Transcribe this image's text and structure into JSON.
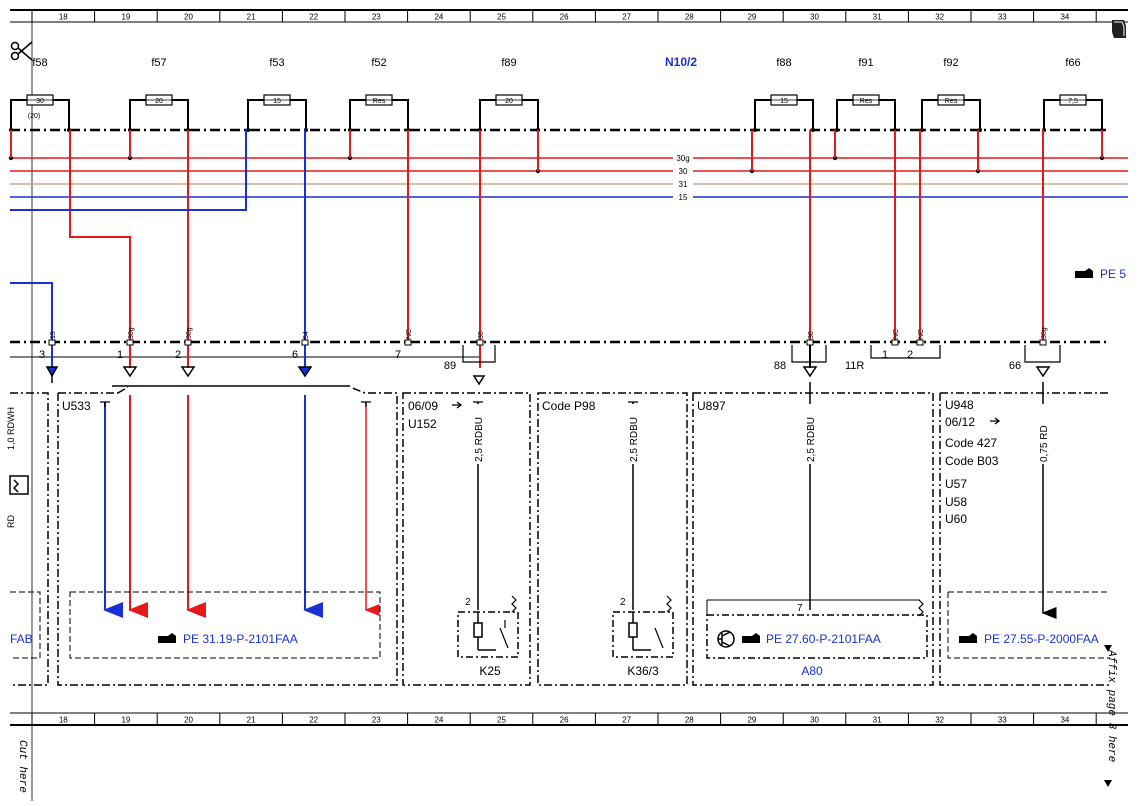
{
  "ruler_numbers": [
    "18",
    "19",
    "20",
    "21",
    "22",
    "23",
    "24",
    "25",
    "26",
    "27",
    "28",
    "29",
    "30",
    "31",
    "32",
    "33",
    "34"
  ],
  "header": {
    "module_label": "N10/2",
    "fuses": [
      {
        "name": "f58",
        "rating": "30",
        "note": "(20)"
      },
      {
        "name": "f57",
        "rating": "20"
      },
      {
        "name": "f53",
        "rating": "15"
      },
      {
        "name": "f52",
        "rating": "Res"
      },
      {
        "name": "f89",
        "rating": "20"
      },
      {
        "name": "f88",
        "rating": "15"
      },
      {
        "name": "f91",
        "rating": "Res"
      },
      {
        "name": "f92",
        "rating": "Res"
      },
      {
        "name": "f66",
        "rating": "7,5"
      }
    ]
  },
  "bus_lines": [
    {
      "label": "30g",
      "color": "#e8171c"
    },
    {
      "label": "30",
      "color": "#e8171c"
    },
    {
      "label": "31",
      "color": "#c9a98a"
    },
    {
      "label": "15",
      "color": "#1a2fd6"
    }
  ],
  "colors": {
    "red": "#e8171c",
    "blue": "#1a2fd6",
    "brown": "#c9a98a",
    "link": "#1a2fd6"
  },
  "connector_pins": [
    {
      "label": "15",
      "number": "3"
    },
    {
      "label": "30g",
      "number": "1"
    },
    {
      "label": "30g",
      "number": "2"
    },
    {
      "label": "54",
      "number": "6"
    },
    {
      "label": "NC",
      "number": "7"
    },
    {
      "label": "30",
      "number": "89"
    },
    {
      "label": "30",
      "number": "88"
    },
    {
      "label": "NC",
      "number": "1"
    },
    {
      "label": "NC",
      "number": "2"
    },
    {
      "label": "30g",
      "number": "66"
    }
  ],
  "connector_group_11r": "11R",
  "sections": {
    "u533": "U533",
    "k25_box": {
      "line1": "06/09",
      "line2": "U152",
      "wire": "2,5 RDBU",
      "pin": "2",
      "component": "K25"
    },
    "k36_box": {
      "line1": "Code P98",
      "wire": "2,5 RDBU",
      "pin": "2",
      "component": "K36/3"
    },
    "a80_box": {
      "line1": "U897",
      "wire": "2,5 RDBU",
      "pin": "7",
      "ref": "PE 27.60-P-2101FAA",
      "component": "A80"
    },
    "u948_box": {
      "lines": [
        "U948",
        "06/12",
        "Code 427",
        "Code B03",
        "U57",
        "U58",
        "U60"
      ],
      "wire": "0,75 RD",
      "ref": "PE 27.55-P-2000FAA"
    }
  },
  "refs": {
    "pe3119": "PE 31.19-P-2101FAA",
    "pe5_partial": "PE 5",
    "fab_partial": "FAB"
  },
  "margin_text": {
    "cut_here": "Cut here",
    "affix": "Affix page 3 here",
    "left_partial_1": "1,0 RDWH",
    "left_partial_2": "RD"
  },
  "icons": [
    "scissors-icon",
    "page-corner-icon",
    "reference-hand-icon",
    "relay-icon",
    "switch-icon",
    "arrow-right-icon",
    "arrow-down-icon"
  ]
}
